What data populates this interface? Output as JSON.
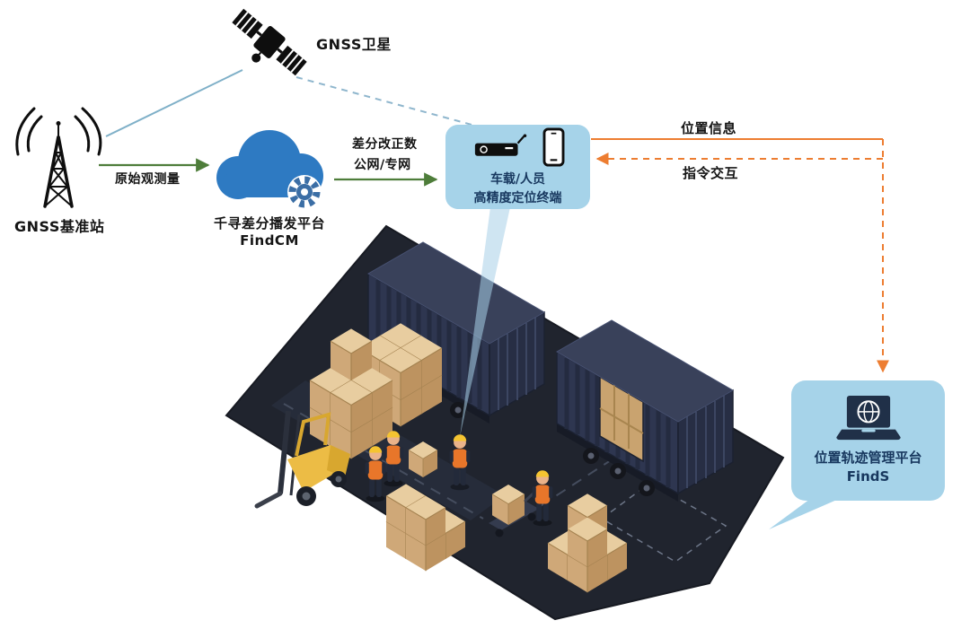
{
  "nodes": {
    "satellite": {
      "label": "GNSS卫星"
    },
    "base_station": {
      "label": "GNSS基准站"
    },
    "correction_platform": {
      "name": "千寻差分播发平台",
      "product": "FindCM"
    },
    "terminal": {
      "title": "车载/人员",
      "subtitle": "高精度定位终端"
    },
    "management_platform": {
      "name": "位置轨迹管理平台",
      "product": "FindS"
    }
  },
  "links": {
    "raw_observation": {
      "label": "原始观测量"
    },
    "corrections": {
      "label_line1": "差分改正数",
      "label_line2": "公网/专网"
    },
    "location_info": {
      "label": "位置信息"
    },
    "command_interaction": {
      "label": "指令交互"
    }
  },
  "icons": {
    "satellite": "satellite-icon",
    "base_station": "radio-tower-icon",
    "correction_platform": "cloud-gear-icon",
    "terminal_receiver": "receiver-icon",
    "terminal_phone": "smartphone-icon",
    "management_platform": "laptop-globe-icon"
  },
  "colors": {
    "bubble_bg": "#a6d3e9",
    "bubble_text": "#17375e",
    "cloud_blue": "#2e7ac2",
    "gear_blue": "#3b6ea5",
    "arrow_green": "#4e7d3a",
    "arrow_orange": "#ed7d31",
    "satellite_link_blue": "#7fb0c8",
    "floor_navy": "#20242e",
    "container_navy": "#2e3650",
    "carton_tan": "#cfa878",
    "forklift_yellow": "#ecbc45"
  }
}
